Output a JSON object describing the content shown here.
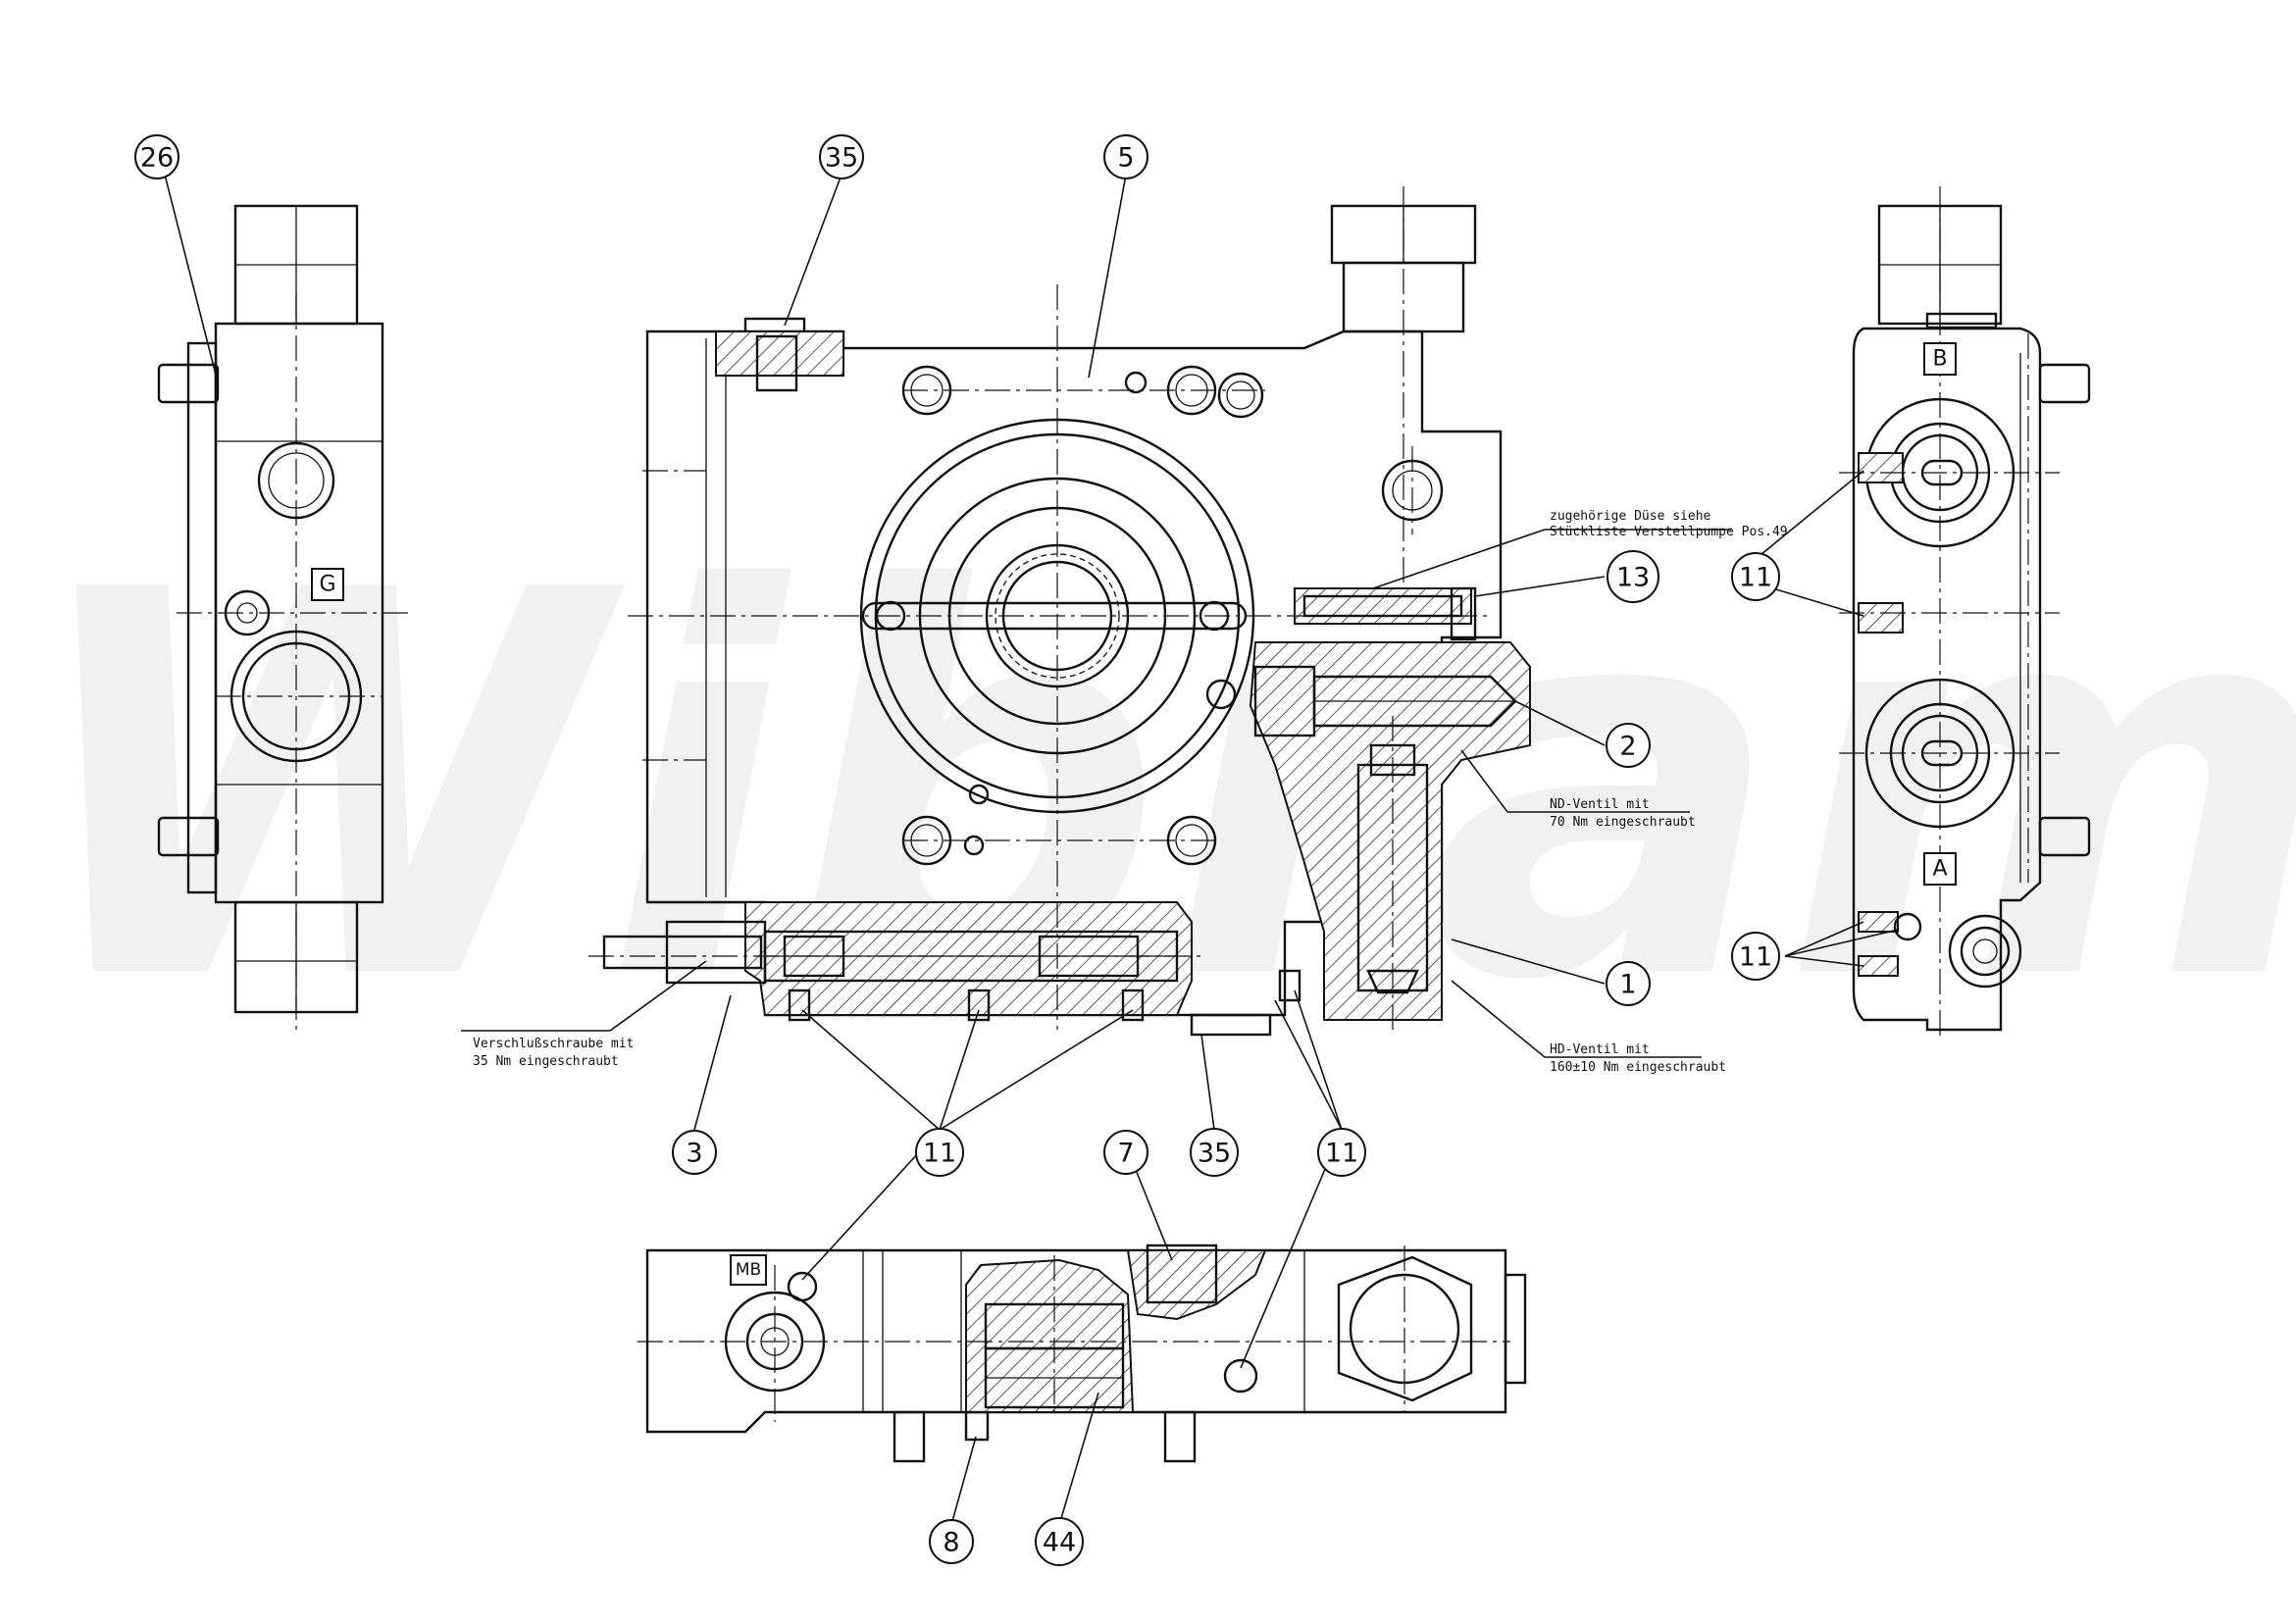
{
  "watermark": "Wibramo",
  "callouts": [
    {
      "id": "c26",
      "label": "26"
    },
    {
      "id": "c35a",
      "label": "35"
    },
    {
      "id": "c5",
      "label": "5"
    },
    {
      "id": "c13",
      "label": "13"
    },
    {
      "id": "c11r",
      "label": "11"
    },
    {
      "id": "c2",
      "label": "2"
    },
    {
      "id": "c1",
      "label": "1"
    },
    {
      "id": "c11r2",
      "label": "11"
    },
    {
      "id": "c3",
      "label": "3"
    },
    {
      "id": "c11a",
      "label": "11"
    },
    {
      "id": "c7",
      "label": "7"
    },
    {
      "id": "c35b",
      "label": "35"
    },
    {
      "id": "c11b",
      "label": "11"
    },
    {
      "id": "c8",
      "label": "8"
    },
    {
      "id": "c44",
      "label": "44"
    }
  ],
  "notes": {
    "nozzle_line1": "zugehörige Düse siehe",
    "nozzle_line2": "Stückliste Verstellpumpe Pos.49",
    "nd_line1": "ND-Ventil mit",
    "nd_line2": "70 Nm eingeschraubt",
    "hd_line1": "HD-Ventil mit",
    "hd_line2": "160±10 Nm eingeschraubt",
    "plug_line1": "Verschlußschraube mit",
    "plug_line2": "35 Nm eingeschraubt"
  },
  "ports": {
    "g": "G",
    "b": "B",
    "a": "A",
    "mb": "MB"
  }
}
